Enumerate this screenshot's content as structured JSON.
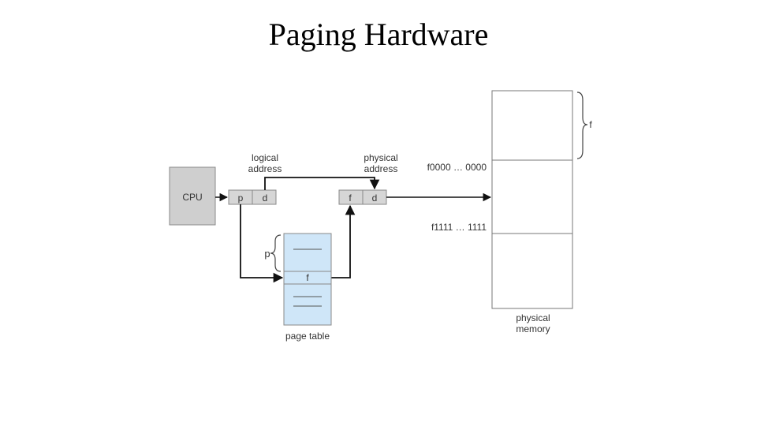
{
  "slide": {
    "title": "Paging Hardware"
  },
  "diagram": {
    "cpu_label": "CPU",
    "logical_address_label": [
      "logical",
      "address"
    ],
    "physical_address_label": [
      "physical",
      "address"
    ],
    "logical_fields": {
      "p": "p",
      "d": "d"
    },
    "physical_fields": {
      "f": "f",
      "d": "d"
    },
    "page_table": {
      "caption": "page table",
      "brace_label": "p",
      "entry_label": "f"
    },
    "memory": {
      "caption": [
        "physical",
        "memory"
      ],
      "brace_label": "f",
      "addr_start": "f0000 … 0000",
      "addr_end": "f1111 … 1111"
    }
  },
  "colors": {
    "cpu_fill": "#cfcfcf",
    "field_fill": "#d6d6d6",
    "page_table_fill": "#cfe6f8",
    "line": "#111111"
  }
}
